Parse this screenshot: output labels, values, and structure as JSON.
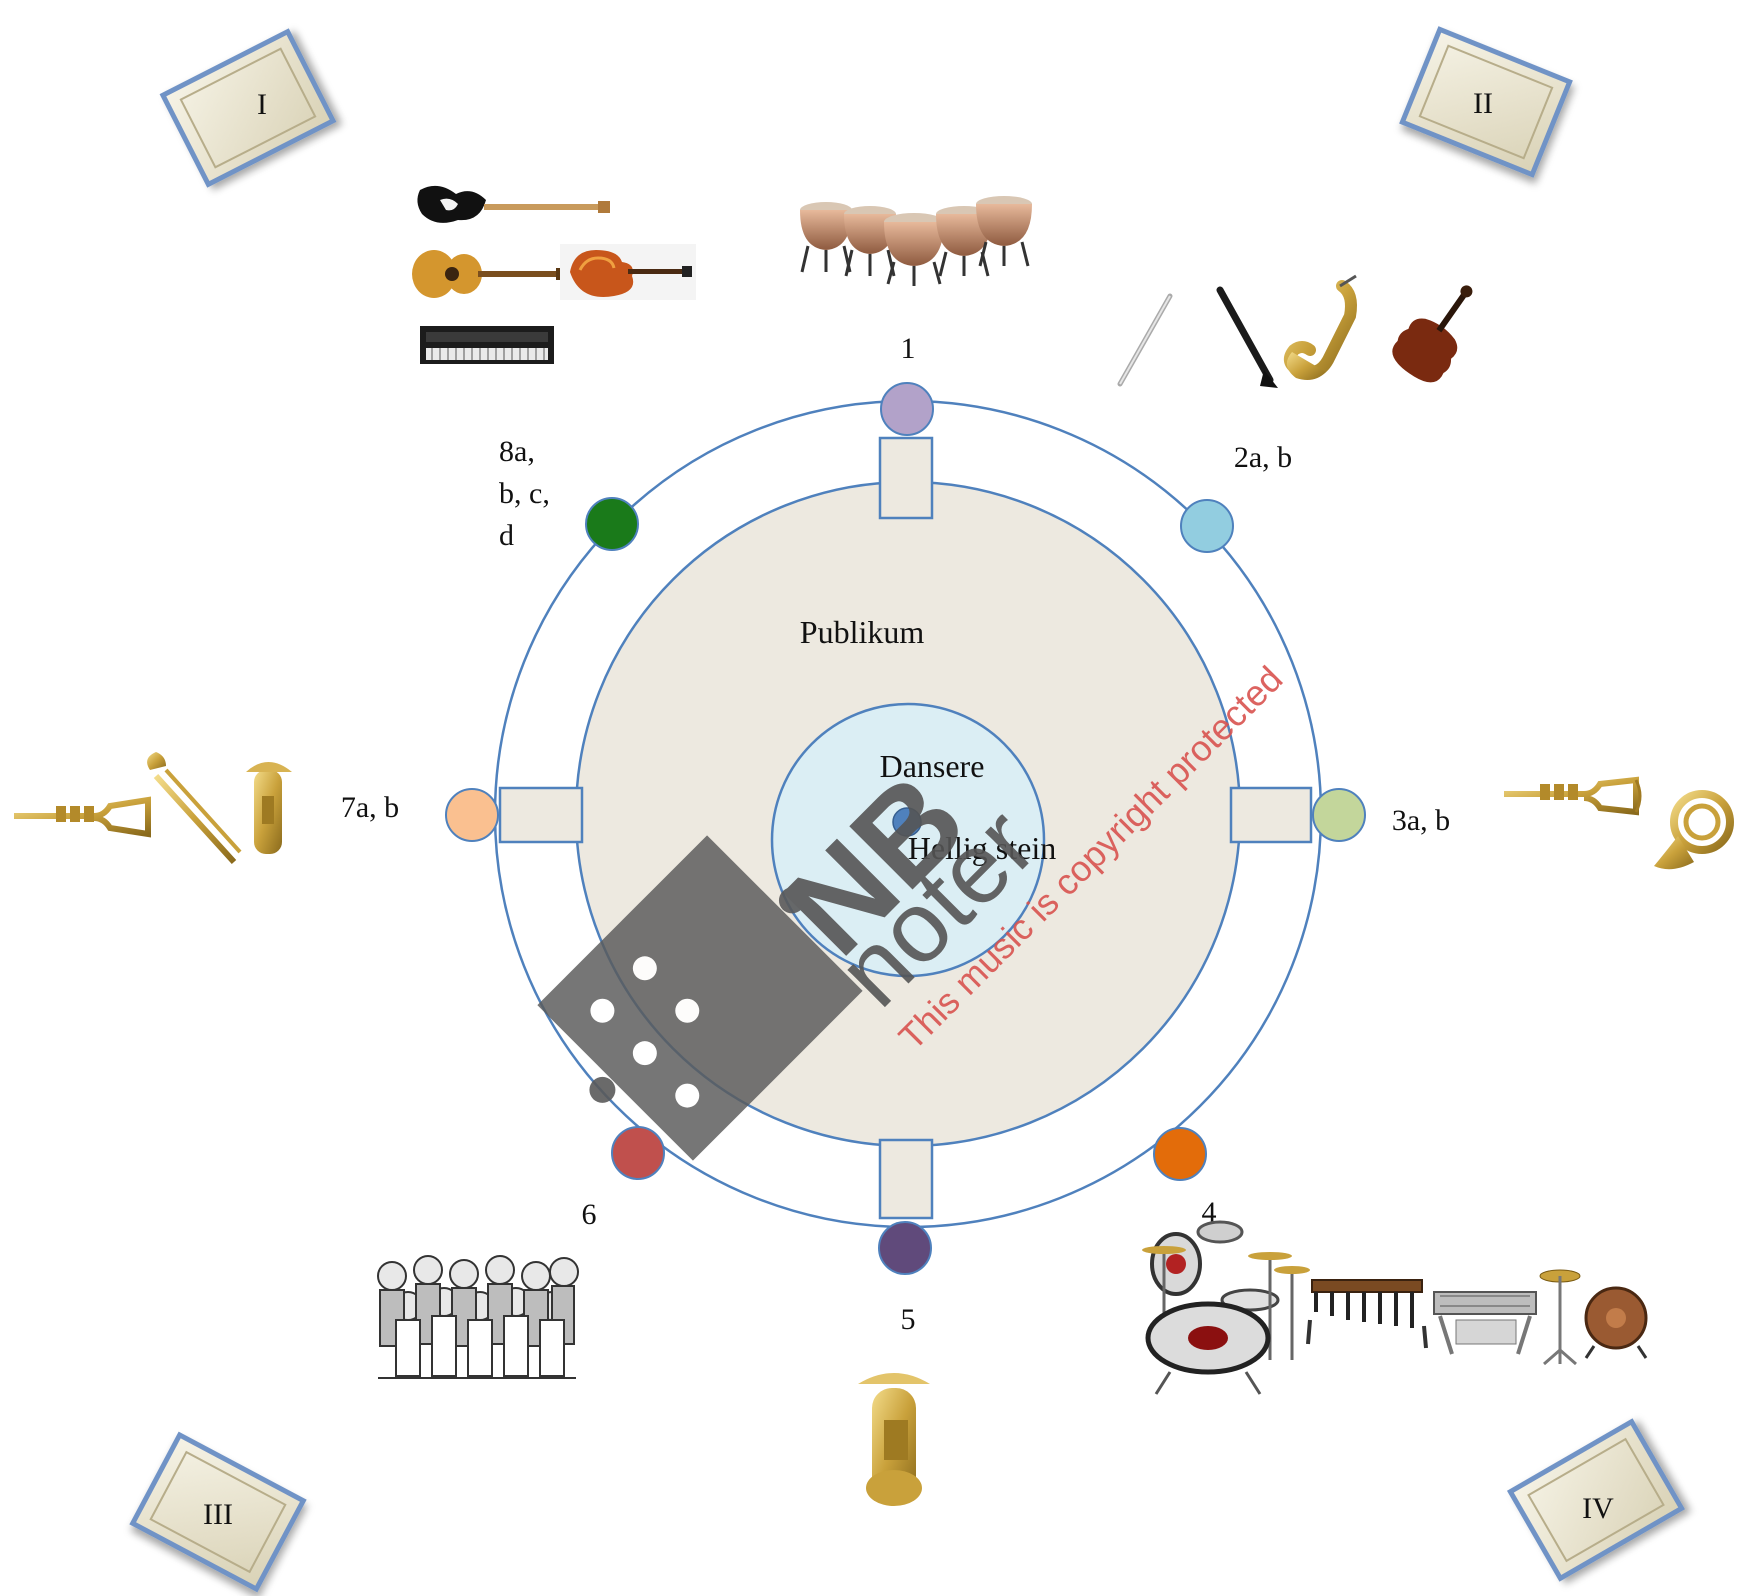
{
  "corners": {
    "I": "I",
    "II": "II",
    "III": "III",
    "IV": "IV"
  },
  "stations": {
    "s1": "1",
    "s2": "2a, b",
    "s3": "3a, b",
    "s4": "4",
    "s5": "5",
    "s6": "6",
    "s7": "7a, b",
    "s8": [
      "8a,",
      "b, c,",
      "d"
    ]
  },
  "zones": {
    "audience": "Publikum",
    "dancers": "Dansere",
    "stone": "Hellig stein"
  },
  "colors": {
    "s1": "#b2a2c9",
    "s2": "#92cde0",
    "s3": "#c3d69b",
    "s4": "#e36c0a",
    "s5": "#604a7b",
    "s6": "#c0504d",
    "s7": "#fac090",
    "s8": "#1a7a1a",
    "ring": "#4f81bd",
    "audience_fill": "#ede9e0",
    "dancers_fill": "#dbeef4"
  },
  "watermark": {
    "brand": "NB",
    "brand_sub": "noter",
    "notice": "This music is copyright protected"
  },
  "instruments": {
    "group_8": [
      "bass-guitar-icon",
      "acoustic-guitar-icon",
      "electric-guitar-icon",
      "keyboard-icon"
    ],
    "group_1": [
      "timpani-icon"
    ],
    "group_2": [
      "flute-icon",
      "clarinet-icon",
      "saxophone-icon",
      "violin-icon"
    ],
    "group_3": [
      "trumpet-icon",
      "french-horn-icon"
    ],
    "group_4": [
      "drum-kit-icon",
      "marimba-icon",
      "vibraphone-icon",
      "cymbal-icon",
      "gong-icon"
    ],
    "group_5": [
      "tuba-icon"
    ],
    "group_6": [
      "choir-icon"
    ],
    "group_7": [
      "trumpet-icon",
      "trombone-icon",
      "tuba-icon"
    ]
  }
}
